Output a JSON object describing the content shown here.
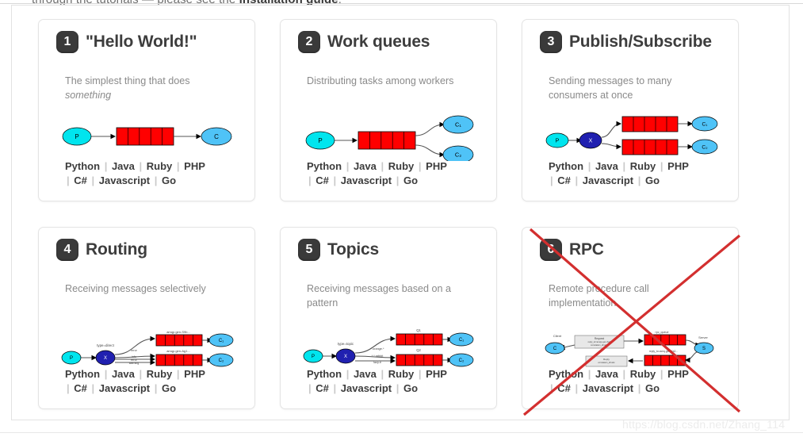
{
  "top_text": {
    "prefix": "through the tutorials — please see the ",
    "bold": "installation guide",
    "suffix": "."
  },
  "watermark": "https://blog.csdn.net/Zhang_114",
  "languages": {
    "line1": [
      "Python",
      "Java",
      "Ruby",
      "PHP"
    ],
    "line2": [
      "C#",
      "Javascript",
      "Go"
    ],
    "separator": "|"
  },
  "colors": {
    "producer": "#00e5ee",
    "consumer": "#4fc3f7",
    "queue": "#ff0000",
    "exchange": "#2020b0",
    "badge": "#3a3a3a",
    "cross": "#d32f2f"
  },
  "cards": [
    {
      "number": "1",
      "title": "\"Hello World!\"",
      "desc_prefix": "The simplest thing that does ",
      "desc_italic": "something",
      "diagram": {
        "name": "hello-world-diagram",
        "nodes": [
          {
            "type": "producer",
            "label": "P"
          },
          {
            "type": "queue",
            "label": ""
          },
          {
            "type": "consumer",
            "label": "C"
          }
        ]
      },
      "crossed_out": false
    },
    {
      "number": "2",
      "title": "Work queues",
      "desc_prefix": "Distributing tasks among workers",
      "desc_italic": "",
      "diagram": {
        "name": "work-queues-diagram",
        "nodes": [
          {
            "type": "producer",
            "label": "P"
          },
          {
            "type": "queue",
            "label": ""
          },
          {
            "type": "consumer",
            "label": "C₁"
          },
          {
            "type": "consumer",
            "label": "C₂"
          }
        ]
      },
      "crossed_out": false
    },
    {
      "number": "3",
      "title": "Publish/Subscribe",
      "desc_prefix": "Sending messages to many consumers at once",
      "desc_italic": "",
      "diagram": {
        "name": "publish-subscribe-diagram",
        "nodes": [
          {
            "type": "producer",
            "label": "P"
          },
          {
            "type": "exchange",
            "label": "X"
          },
          {
            "type": "queue",
            "label": ""
          },
          {
            "type": "queue",
            "label": ""
          },
          {
            "type": "consumer",
            "label": "C₁"
          },
          {
            "type": "consumer",
            "label": "C₂"
          }
        ]
      },
      "crossed_out": false
    },
    {
      "number": "4",
      "title": "Routing",
      "desc_prefix": "Receiving messages selectively",
      "desc_italic": "",
      "diagram": {
        "name": "routing-diagram",
        "exchange_label": "type=direct",
        "bindings": [
          "error",
          "info",
          "error",
          "warning"
        ],
        "queue_labels": [
          "amqp.gen-S9b...",
          "amqp.gen-Ag1..."
        ],
        "nodes": [
          {
            "type": "producer",
            "label": "P"
          },
          {
            "type": "exchange",
            "label": "X"
          },
          {
            "type": "consumer",
            "label": "C₁"
          },
          {
            "type": "consumer",
            "label": "C₂"
          }
        ]
      },
      "crossed_out": false
    },
    {
      "number": "5",
      "title": "Topics",
      "desc_prefix": "Receiving messages based on a pattern",
      "desc_italic": "",
      "diagram": {
        "name": "topics-diagram",
        "exchange_label": "type=topic",
        "bindings": [
          "*.orange.*",
          "*.*.rabbit",
          "lazy.#"
        ],
        "queue_labels": [
          "Q1",
          "Q2"
        ],
        "nodes": [
          {
            "type": "producer",
            "label": "P"
          },
          {
            "type": "exchange",
            "label": "X"
          },
          {
            "type": "consumer",
            "label": "C₁"
          },
          {
            "type": "consumer",
            "label": "C₂"
          }
        ]
      },
      "crossed_out": false
    },
    {
      "number": "6",
      "title": "RPC",
      "desc_prefix": "Remote procedure call implementation",
      "desc_italic": "",
      "diagram": {
        "name": "rpc-diagram",
        "client_label": "Client",
        "server_label": "Server",
        "queue_labels": [
          "rpc_queue",
          "reply_to=amq.gen-Xa2..."
        ],
        "box_labels": [
          "Request\nreply_to=amqp.gen-Xa2...\ncorrelation_id=abc",
          "Reply\ncorrelation_id=abc"
        ],
        "nodes": [
          {
            "type": "consumer",
            "label": "C"
          },
          {
            "type": "consumer",
            "label": "S"
          }
        ]
      },
      "crossed_out": true
    }
  ]
}
